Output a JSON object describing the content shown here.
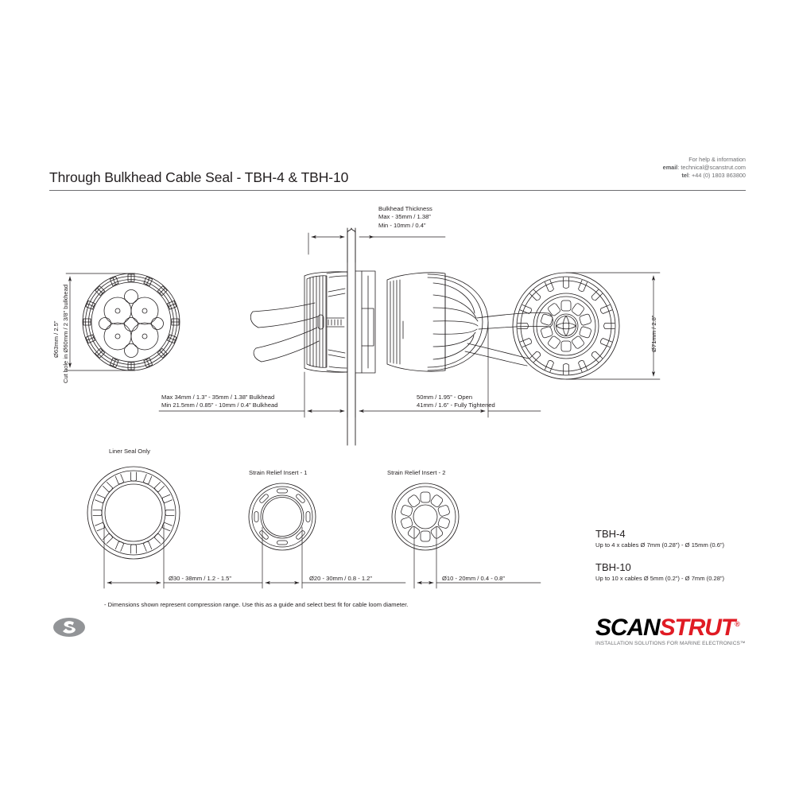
{
  "document": {
    "title": "Through Bulkhead Cable Seal - TBH-4 & TBH-10"
  },
  "contact": {
    "line1": "For help & information",
    "email_label": "email",
    "email_value": "technical@scanstrut.com",
    "tel_label": "tel",
    "tel_value": "+44 (0) 1803 863800"
  },
  "annotations": {
    "bulkhead_thickness_title": "Bulkhead Thickness",
    "bulkhead_thickness_max": "Max - 35mm / 1.38”",
    "bulkhead_thickness_min": "Min - 10mm / 0.4”",
    "front_diameter": "Ø63mm / 2.5”",
    "cut_hole": "Cut hole in Ø60mm / 2 3/8” bulkhead",
    "body_length_max": "Max 34mm / 1.3” - 35mm / 1.38” Bulkhead",
    "body_length_min": "Min 21.5mm / 0.85” - 10mm / 0.4” Bulkhead",
    "cap_length_open": "50mm / 1.95” - Open",
    "cap_length_tight": "41mm / 1.6” - Fully Tightened",
    "rear_diameter": "Ø71mm / 2.8”"
  },
  "parts": [
    {
      "label": "Liner Seal Only",
      "dimension": "Ø30 - 38mm / 1.2 - 1.5”"
    },
    {
      "label": "Strain Relief Insert - 1",
      "dimension": "Ø20 - 30mm / 0.8 - 1.2”"
    },
    {
      "label": "Strain Relief Insert - 2",
      "dimension": "Ø10 - 20mm / 0.4 - 0.8”"
    }
  ],
  "footnote": "- Dimensions shown represent compression range.  Use this as a guide and select best fit for cable loom diameter.",
  "specs": [
    {
      "name": "TBH-4",
      "description": "Up to 4 x cables Ø 7mm (0.28”) - Ø 15mm (0.6”)"
    },
    {
      "name": "TBH-10",
      "description": "Up to 10 x cables Ø 5mm (0.2”) - Ø 7mm (0.28”)"
    }
  ],
  "brand": {
    "part1": "SCAN",
    "part2": "STRUT",
    "registered": "®",
    "tagline": "INSTALLATION SOLUTIONS FOR MARINE ELECTRONICS™"
  },
  "colors": {
    "line": "#231f20",
    "rule": "#6d6e71",
    "muted": "#6d6e71",
    "accent_red": "#e01b24",
    "watermark": "#929497"
  }
}
